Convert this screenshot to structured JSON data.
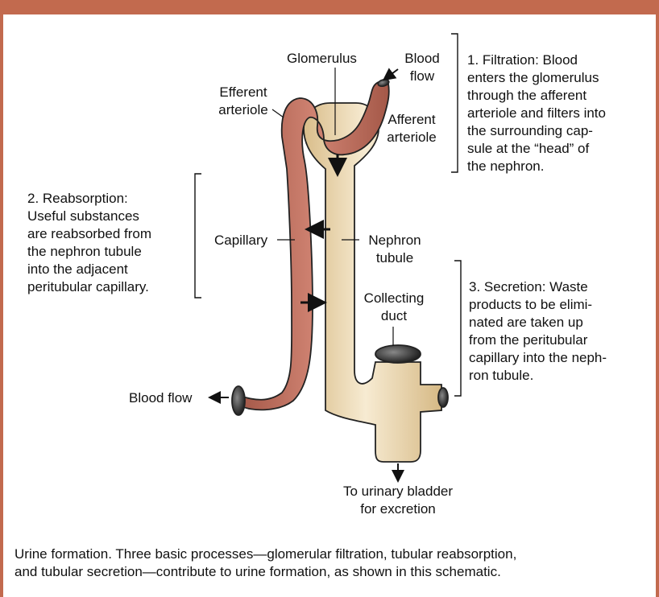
{
  "labels": {
    "glomerulus": "Glomerulus",
    "blood_flow_top_line1": "Blood",
    "blood_flow_top_line2": "flow",
    "efferent_line1": "Efferent",
    "efferent_line2": "arteriole",
    "afferent_line1": "Afferent",
    "afferent_line2": "arteriole",
    "capillary": "Capillary",
    "nephron_line1": "Nephron",
    "nephron_line2": "tubule",
    "collecting_line1": "Collecting",
    "collecting_line2": "duct",
    "blood_flow_bottom": "Blood flow",
    "bladder_line1": "To urinary bladder",
    "bladder_line2": "for excretion"
  },
  "steps": {
    "filtration": [
      "1. Filtration: Blood",
      "enters the glomerulus",
      "through the afferent",
      "arteriole and filters into",
      "the surrounding cap-",
      "sule at the “head” of",
      "the nephron."
    ],
    "reabsorption": [
      "2. Reabsorption:",
      "Useful substances",
      "are reabsorbed from",
      "the nephron tubule",
      "into the adjacent",
      "peritubular capillary."
    ],
    "secretion": [
      "3. Secretion: Waste",
      "products to be elimi-",
      "nated are taken up",
      "from the peritubular",
      "capillary into the neph-",
      "ron tubule."
    ]
  },
  "caption": {
    "line1": "Urine formation. Three basic processes—glomerular filtration, tubular reabsorption,",
    "line2": "and tubular secretion—contribute to urine formation, as shown in this schematic."
  },
  "colors": {
    "frame": "#c26a4e",
    "vessel": "#c47464",
    "tubule": "#e8d2a6"
  }
}
